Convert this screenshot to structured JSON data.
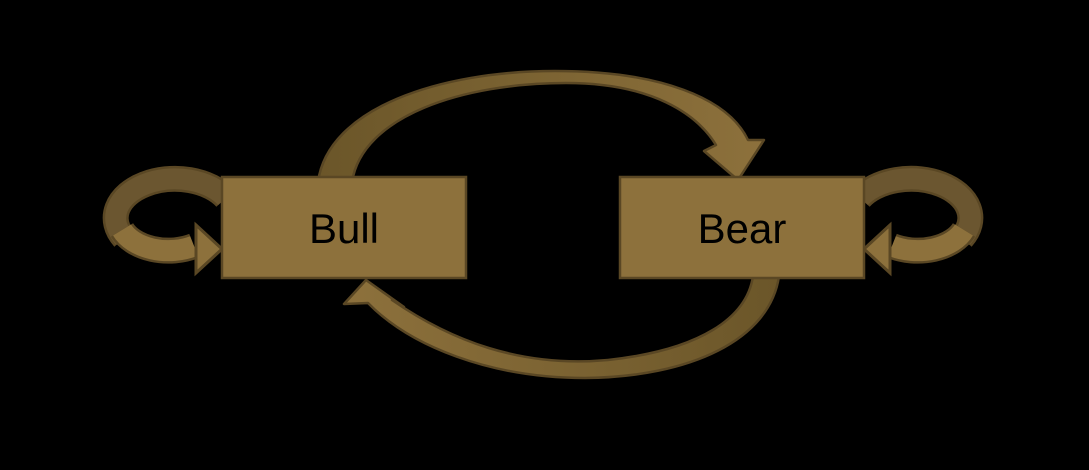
{
  "diagram": {
    "background_color": "#000000",
    "nodes": [
      {
        "id": "bull",
        "label": "Bull"
      },
      {
        "id": "bear",
        "label": "Bear"
      }
    ],
    "edges": [
      {
        "id": "bull-to-bear",
        "kind": "curved-arrow",
        "from": "Bull",
        "to": "Bear",
        "position": "top"
      },
      {
        "id": "bear-to-bull",
        "kind": "curved-arrow",
        "from": "Bear",
        "to": "Bull",
        "position": "bottom"
      },
      {
        "id": "bull-self-loop",
        "kind": "circular-arrow",
        "from": "Bull",
        "to": "Bull",
        "position": "left"
      },
      {
        "id": "bear-self-loop",
        "kind": "circular-arrow",
        "from": "Bear",
        "to": "Bear",
        "position": "right"
      }
    ],
    "colors": {
      "node_fill": "#8D713C",
      "arrow_light": "#8D713C",
      "arrow_dark": "#6B5629",
      "loop_back_band": "#6B5630",
      "outline": "#5A4724",
      "label_text": "#000000"
    }
  }
}
